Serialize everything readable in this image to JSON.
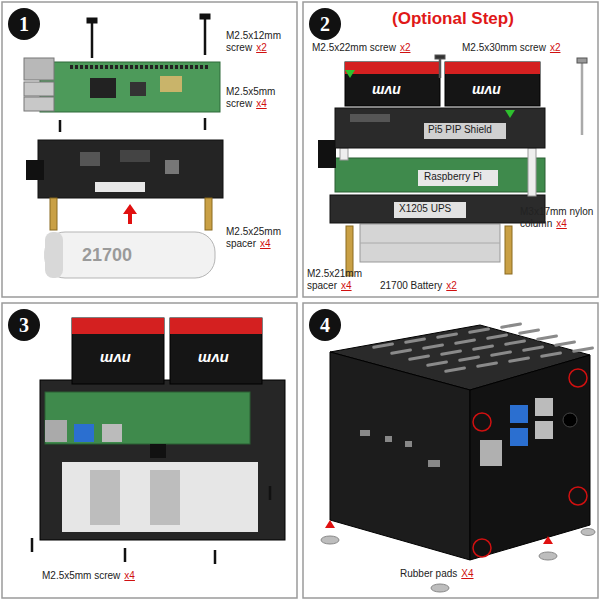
{
  "diagram": {
    "nodes": [
      {
        "text": [
          "1"
        ]
      },
      {
        "text": [
          "2"
        ]
      },
      {
        "text": [
          "3"
        ]
      },
      {
        "text": [
          "4"
        ]
      }
    ],
    "labels": [
      "M2.5x12mm screw",
      "x2",
      "M2.5x5mm screw",
      "x4",
      "M2.5x25mm spacer",
      "x4",
      "21700",
      "(Optional Step)",
      "M2.5x22mm screw",
      "x2",
      "M2.5x30mm screw",
      "x2",
      "nvm",
      "nvm",
      "Pi5 PIP Shield",
      "Raspberry Pi",
      "X1205 UPS",
      "M2.5x21mm spacer",
      "x4",
      "21700 Battery",
      "x2",
      "M3x17mm nylon column",
      "x4",
      "nvm",
      "nvm",
      "M2.5x5mm screw",
      "x4",
      "Rubber pads",
      "X4"
    ]
  }
}
